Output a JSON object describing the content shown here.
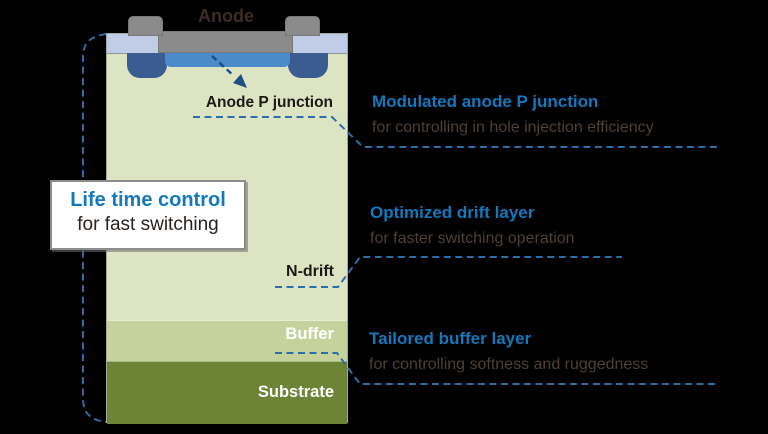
{
  "diagram": {
    "electrode_label": "Anode",
    "region_labels": {
      "anode_p_junction": "Anode P junction",
      "n_drift": "N-drift",
      "buffer": "Buffer",
      "substrate": "Substrate"
    },
    "callout_box": {
      "title": "Life time control",
      "subtitle": "for fast switching"
    },
    "annotations": [
      {
        "title": "Modulated anode P junction",
        "subtitle": "for controlling in hole injection efficiency"
      },
      {
        "title": "Optimized drift layer",
        "subtitle": "for faster switching operation"
      },
      {
        "title": "Tailored buffer layer",
        "subtitle": "for controlling softness and ruggedness"
      }
    ],
    "colors": {
      "bg": "#000000",
      "accent_blue": "#1478bd",
      "subtitle_gray": "#4d4038",
      "dashed_line": "#2d6da9",
      "drift_green": "#dde4c4",
      "buffer_green": "#c6d29b",
      "substrate_olive": "#6d8336",
      "oxide_blue": "#c1cde6",
      "junction_blue": "#4c8bc9",
      "well_blue": "#3a5c90",
      "metal_gray": "#8b8b8b"
    }
  }
}
